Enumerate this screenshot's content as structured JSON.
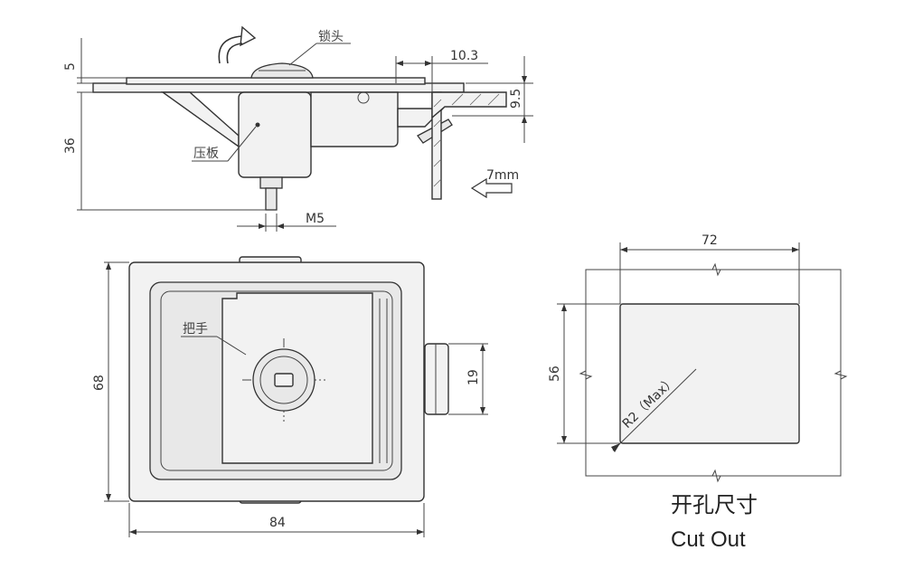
{
  "side_view": {
    "dims": {
      "top_thickness": "5",
      "flange_overhang": "10.3",
      "right_offset": "9.5",
      "body_height": "36",
      "thread": "M5",
      "panel_thickness": "7mm"
    },
    "labels": {
      "lock_cylinder": "锁头",
      "press_plate": "压板"
    }
  },
  "front_view": {
    "dims": {
      "height": "68",
      "width": "84",
      "tongue": "19"
    },
    "labels": {
      "handle": "把手"
    }
  },
  "cutout_view": {
    "dims": {
      "width": "72",
      "height": "56",
      "radius": "R2（Max）"
    },
    "title_cn": "开孔尺寸",
    "title_en": "Cut Out"
  },
  "colors": {
    "line": "#333333",
    "fill": "#f2f2f2"
  }
}
